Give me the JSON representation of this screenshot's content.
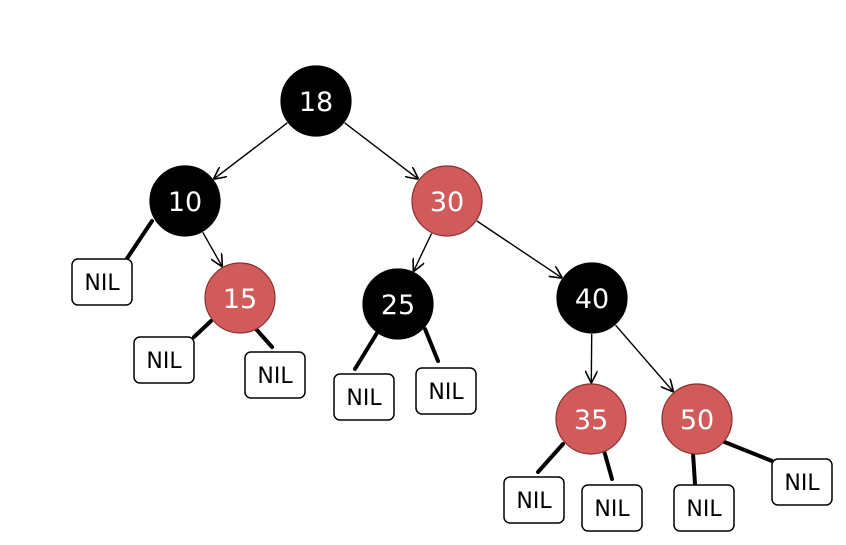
{
  "colors": {
    "black": "#000000",
    "red": "#d15b5b",
    "white": "#ffffff"
  },
  "nil_label": "NIL",
  "nodes": [
    {
      "id": "18",
      "label": "18",
      "color": "black"
    },
    {
      "id": "10",
      "label": "10",
      "color": "black"
    },
    {
      "id": "30",
      "label": "30",
      "color": "red"
    },
    {
      "id": "15",
      "label": "15",
      "color": "red"
    },
    {
      "id": "25",
      "label": "25",
      "color": "black"
    },
    {
      "id": "40",
      "label": "40",
      "color": "black"
    },
    {
      "id": "35",
      "label": "35",
      "color": "red"
    },
    {
      "id": "50",
      "label": "50",
      "color": "red"
    }
  ],
  "edges": [
    {
      "from": "18",
      "to": "10"
    },
    {
      "from": "18",
      "to": "30"
    },
    {
      "from": "10",
      "to": "15"
    },
    {
      "from": "30",
      "to": "25"
    },
    {
      "from": "30",
      "to": "40"
    },
    {
      "from": "40",
      "to": "35"
    },
    {
      "from": "40",
      "to": "50"
    }
  ],
  "nil_leaves": [
    {
      "parent": "10",
      "side": "left"
    },
    {
      "parent": "15",
      "side": "left"
    },
    {
      "parent": "15",
      "side": "right"
    },
    {
      "parent": "25",
      "side": "left"
    },
    {
      "parent": "25",
      "side": "right"
    },
    {
      "parent": "35",
      "side": "left"
    },
    {
      "parent": "35",
      "side": "right"
    },
    {
      "parent": "50",
      "side": "left"
    },
    {
      "parent": "50",
      "side": "right"
    }
  ]
}
